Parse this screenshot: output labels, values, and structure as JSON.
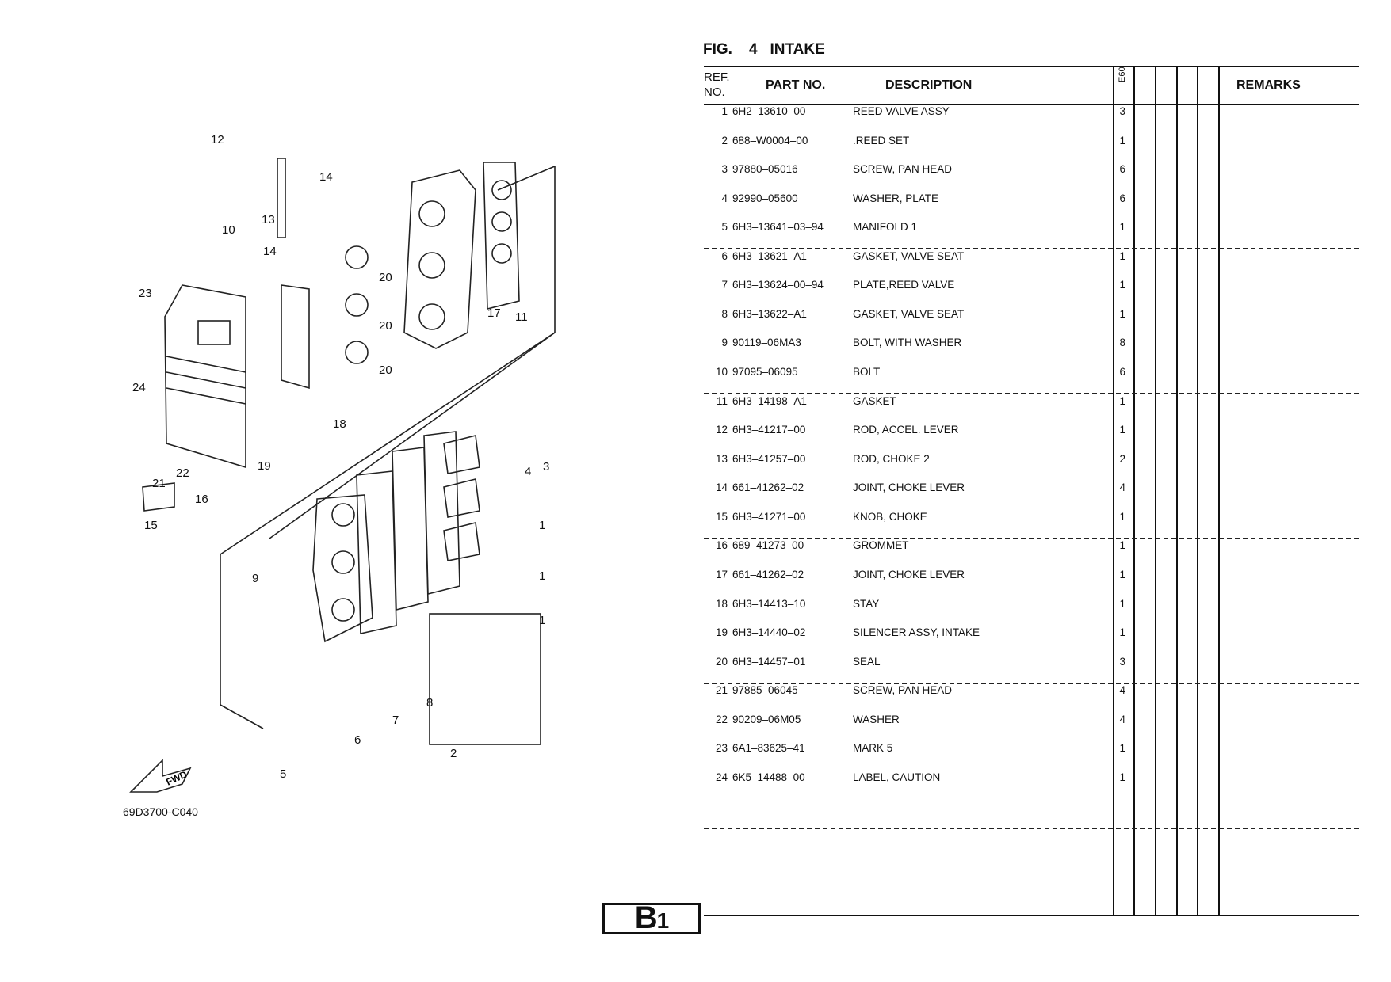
{
  "figure": {
    "title": "FIG.    4   INTAKE"
  },
  "table": {
    "headers": {
      "ref": "REF.",
      "no": "NO.",
      "part_no": "PART NO.",
      "description": "DESCRIPTION",
      "model": "E60",
      "remarks": "REMARKS"
    },
    "rows": [
      {
        "ref": "1",
        "part": "6H2–13610–00",
        "desc": "REED VALVE ASSY",
        "qty": "3"
      },
      {
        "ref": "2",
        "part": "688–W0004–00",
        "desc": ".REED SET",
        "qty": "1"
      },
      {
        "ref": "3",
        "part": "97880–05016",
        "desc": "SCREW, PAN HEAD",
        "qty": "6"
      },
      {
        "ref": "4",
        "part": "92990–05600",
        "desc": "WASHER, PLATE",
        "qty": "6"
      },
      {
        "ref": "5",
        "part": "6H3–13641–03–94",
        "desc": "MANIFOLD 1",
        "qty": "1"
      },
      {
        "ref": "6",
        "part": "6H3–13621–A1",
        "desc": "GASKET, VALVE SEAT",
        "qty": "1"
      },
      {
        "ref": "7",
        "part": "6H3–13624–00–94",
        "desc": "PLATE,REED VALVE",
        "qty": "1"
      },
      {
        "ref": "8",
        "part": "6H3–13622–A1",
        "desc": "GASKET, VALVE SEAT",
        "qty": "1"
      },
      {
        "ref": "9",
        "part": "90119–06MA3",
        "desc": "BOLT, WITH WASHER",
        "qty": "8"
      },
      {
        "ref": "10",
        "part": "97095–06095",
        "desc": "BOLT",
        "qty": "6"
      },
      {
        "ref": "11",
        "part": "6H3–14198–A1",
        "desc": "GASKET",
        "qty": "1"
      },
      {
        "ref": "12",
        "part": "6H3–41217–00",
        "desc": "ROD, ACCEL. LEVER",
        "qty": "1"
      },
      {
        "ref": "13",
        "part": "6H3–41257–00",
        "desc": "ROD, CHOKE 2",
        "qty": "2"
      },
      {
        "ref": "14",
        "part": "661–41262–02",
        "desc": "JOINT, CHOKE LEVER",
        "qty": "4"
      },
      {
        "ref": "15",
        "part": "6H3–41271–00",
        "desc": "KNOB, CHOKE",
        "qty": "1"
      },
      {
        "ref": "16",
        "part": "689–41273–00",
        "desc": "GROMMET",
        "qty": "1"
      },
      {
        "ref": "17",
        "part": "661–41262–02",
        "desc": "JOINT, CHOKE LEVER",
        "qty": "1"
      },
      {
        "ref": "18",
        "part": "6H3–14413–10",
        "desc": "STAY",
        "qty": "1"
      },
      {
        "ref": "19",
        "part": "6H3–14440–02",
        "desc": "SILENCER ASSY, INTAKE",
        "qty": "1"
      },
      {
        "ref": "20",
        "part": "6H3–14457–01",
        "desc": "SEAL",
        "qty": "3"
      },
      {
        "ref": "21",
        "part": "97885–06045",
        "desc": "SCREW, PAN HEAD",
        "qty": "4"
      },
      {
        "ref": "22",
        "part": "90209–06M05",
        "desc": "WASHER",
        "qty": "4"
      },
      {
        "ref": "23",
        "part": "6A1–83625–41",
        "desc": "MARK 5",
        "qty": "1"
      },
      {
        "ref": "24",
        "part": "6K5–14488–00",
        "desc": "LABEL, CAUTION",
        "qty": "1"
      }
    ]
  },
  "diagram": {
    "code": "69D3700-C040",
    "fwd_label": "FWD",
    "callouts": [
      "1",
      "1",
      "1",
      "2",
      "3",
      "4",
      "5",
      "6",
      "7",
      "8",
      "9",
      "10",
      "11",
      "12",
      "13",
      "14",
      "14",
      "15",
      "16",
      "17",
      "18",
      "19",
      "20",
      "20",
      "20",
      "21",
      "22",
      "23",
      "24"
    ]
  },
  "page_tab": {
    "letter": "B",
    "number": "1"
  }
}
